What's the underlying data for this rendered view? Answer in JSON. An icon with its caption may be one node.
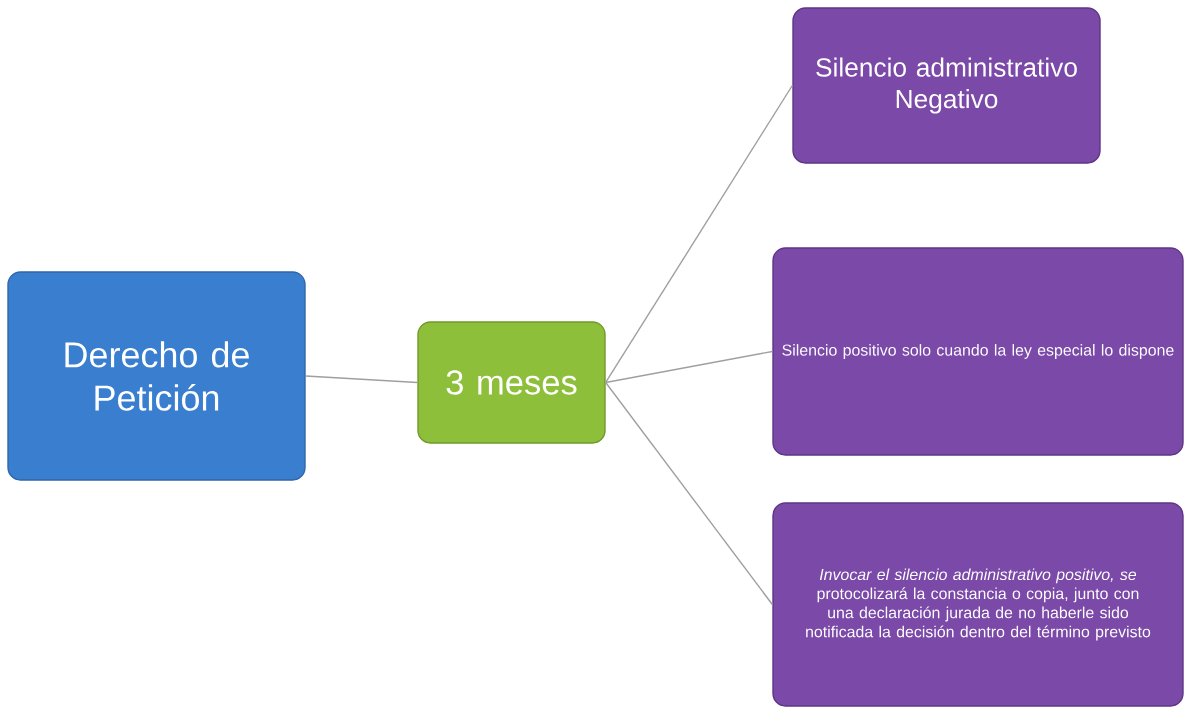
{
  "diagram": {
    "nodes": [
      {
        "text": [
          "Derecho de Petición"
        ]
      },
      {
        "text": [
          "3 meses"
        ]
      },
      {
        "text": [
          "Silencio administrativo Negativo"
        ]
      },
      {
        "text": [
          "Silencio positivo solo cuando la ley especial lo dispone"
        ]
      },
      {
        "text": [
          "*Invocar el silencio administrativo positivo, se* protocolizará la constancia o copia, junto con una declaración jurada de no haberle sido notificada la decisión dentro del término previsto"
        ]
      }
    ],
    "edges": [
      {
        "from": 0,
        "to": 1,
        "arrow": "none"
      },
      {
        "from": 1,
        "to": 2,
        "arrow": "none"
      },
      {
        "from": 1,
        "to": 3,
        "arrow": "none"
      },
      {
        "from": 1,
        "to": 4,
        "arrow": "none"
      }
    ]
  }
}
